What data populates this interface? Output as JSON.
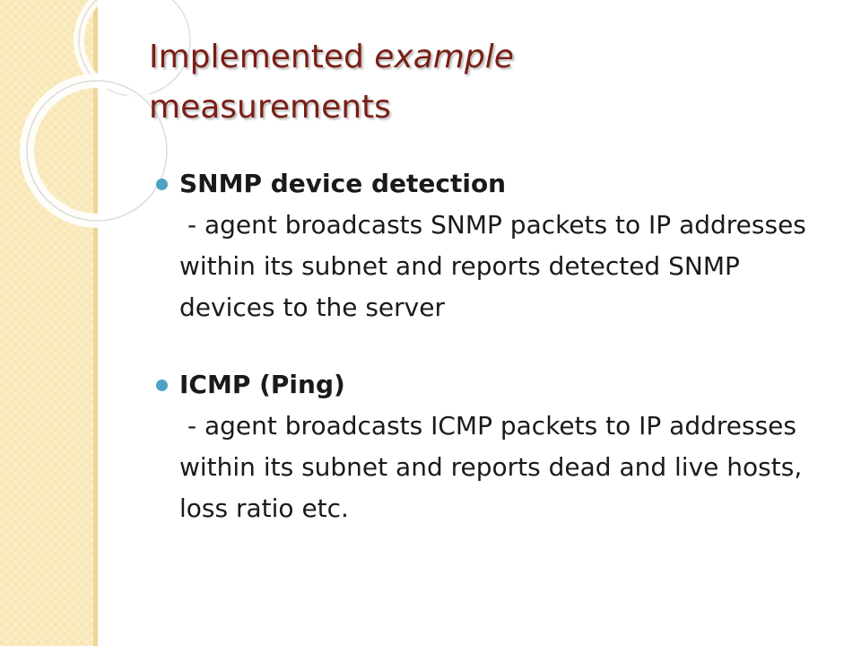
{
  "slide": {
    "title_main": "Implemented ",
    "title_em": "example",
    "title_rest": " measurements",
    "bullets": [
      {
        "heading": "SNMP device detection",
        "description": "- agent broadcasts SNMP packets to IP addresses within its subnet and reports detected SNMP devices to the server"
      },
      {
        "heading": "ICMP (Ping)",
        "description": "- agent broadcasts ICMP packets to IP addresses within its subnet and reports dead and live hosts, loss ratio etc."
      }
    ]
  },
  "colors": {
    "title": "#7a1e16",
    "bullet": "#4ea3c4",
    "side_band": "#f8e7b4"
  }
}
